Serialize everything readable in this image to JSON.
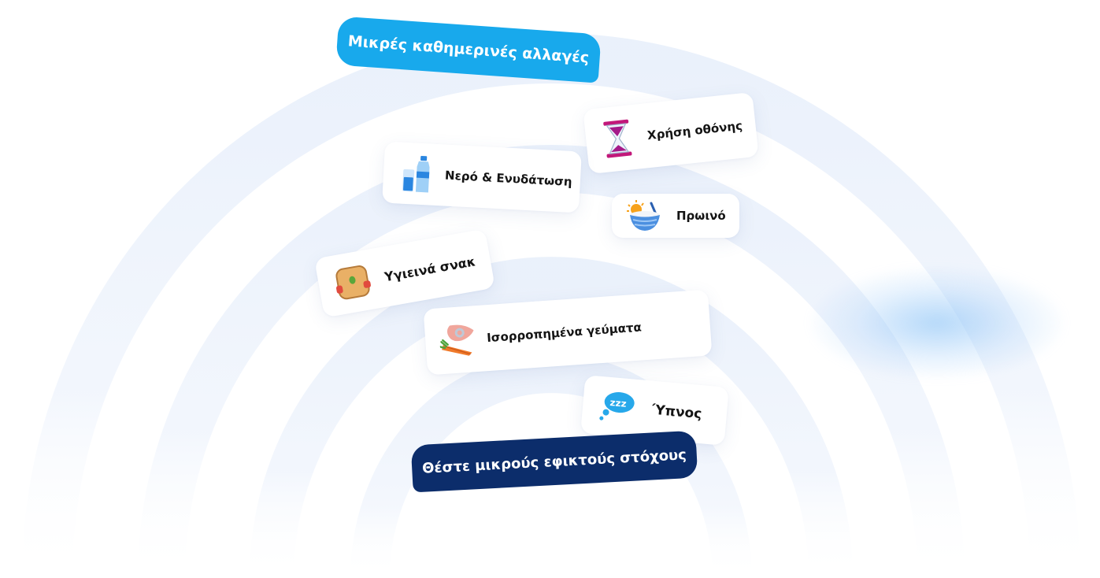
{
  "headline": "Μικρές καθημερινές αλλαγές",
  "footer_tag": "Θέστε μικρούς εφικτούς στόχους",
  "items": [
    {
      "label": "Χρήση οθόνης",
      "icon": "hourglass-icon"
    },
    {
      "label": "Νερό & Ενυδάτωση",
      "icon": "water-bottle-icon"
    },
    {
      "label": "Πρωινό",
      "icon": "breakfast-bowl-icon"
    },
    {
      "label": "Υγιεινά σνακ",
      "icon": "sandwich-icon"
    },
    {
      "label": "Ισορροπημένα γεύματα",
      "icon": "fish-carrot-icon"
    },
    {
      "label": "Ύπνος",
      "icon": "sleep-cloud-icon"
    }
  ],
  "colors": {
    "headline_pill": "#18a9ec",
    "footer_pill": "#0c2d6b",
    "arc": "#dde8f8"
  }
}
